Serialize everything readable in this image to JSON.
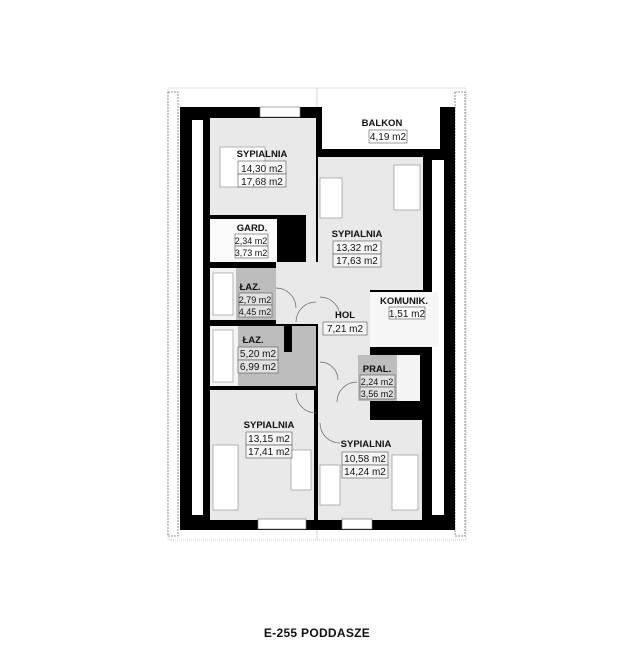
{
  "title": "E-255 PODDASZE",
  "colors": {
    "wall": "#000000",
    "floor": "#e9e9e9",
    "wet_floor": "#bdbdbd",
    "brick": "#cfcfcf"
  },
  "rooms": [
    {
      "id": "sypialnia-1",
      "name": "SYPIALNIA",
      "area": "14,30 m2",
      "area2": "17,68 m2"
    },
    {
      "id": "balkon",
      "name": "BALKON",
      "area": "4,19 m2"
    },
    {
      "id": "gard",
      "name": "GARD.",
      "area": "2,34 m2",
      "area2": "3,73 m2"
    },
    {
      "id": "sypialnia-2",
      "name": "SYPIALNIA",
      "area": "13,32 m2",
      "area2": "17,63 m2"
    },
    {
      "id": "laz-1",
      "name": "ŁAZ.",
      "area": "2,79 m2",
      "area2": "4,45 m2"
    },
    {
      "id": "hol",
      "name": "HOL",
      "area": "7,21 m2"
    },
    {
      "id": "komunik",
      "name": "KOMUNIK.",
      "area": "1,51 m2"
    },
    {
      "id": "laz-2",
      "name": "ŁAZ.",
      "area": "5,20 m2",
      "area2": "6,99 m2"
    },
    {
      "id": "pral",
      "name": "PRAL.",
      "area": "2,24 m2",
      "area2": "3,56 m2"
    },
    {
      "id": "sypialnia-3",
      "name": "SYPIALNIA",
      "area": "13,15 m2",
      "area2": "17,41 m2"
    },
    {
      "id": "sypialnia-4",
      "name": "SYPIALNIA",
      "area": "10,58 m2",
      "area2": "14,24 m2"
    }
  ]
}
